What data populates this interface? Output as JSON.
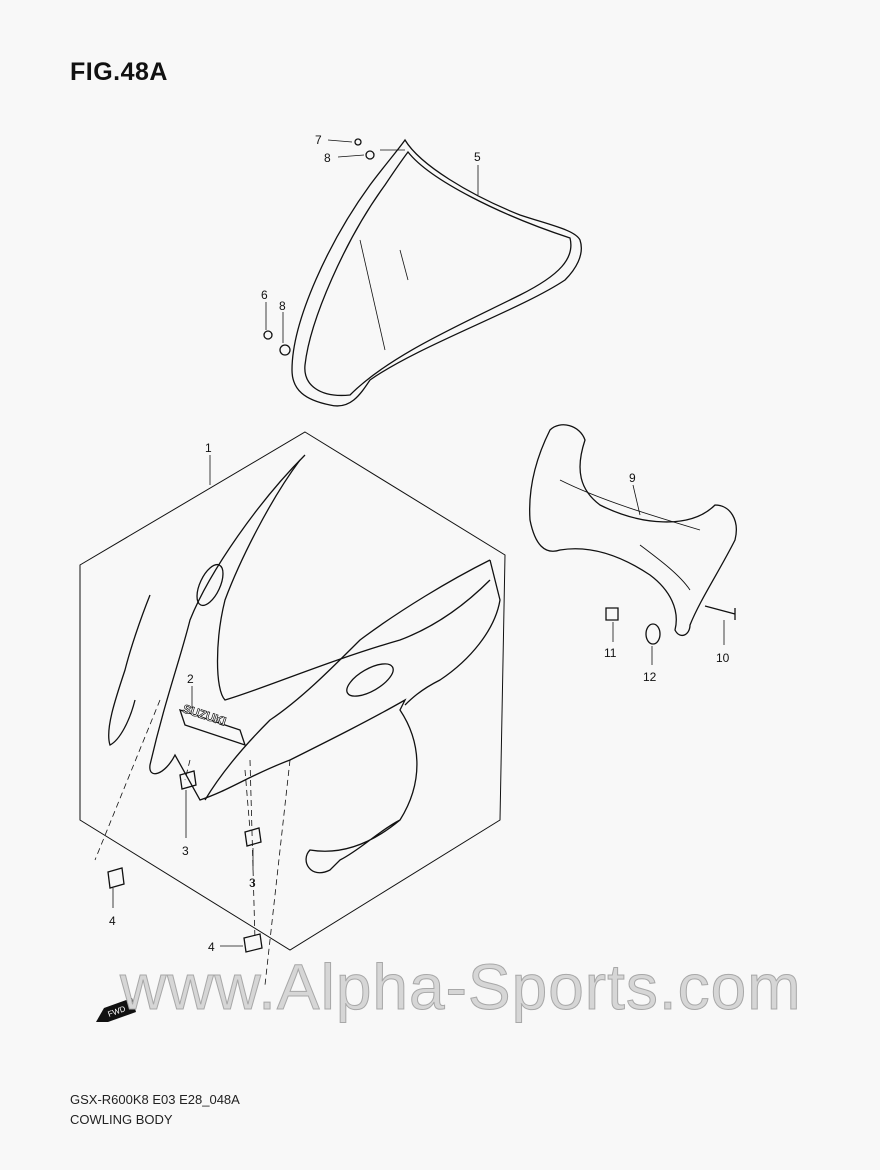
{
  "figure": {
    "title": "FIG.48A"
  },
  "callouts": [
    {
      "number": "1",
      "part": "cowling body"
    },
    {
      "number": "2",
      "part": "emblem"
    },
    {
      "number": "3",
      "part": "cushion"
    },
    {
      "number": "3",
      "part": "cushion"
    },
    {
      "number": "4",
      "part": "cushion"
    },
    {
      "number": "4",
      "part": "cushion"
    },
    {
      "number": "5",
      "part": "windscreen"
    },
    {
      "number": "6",
      "part": "screw"
    },
    {
      "number": "7",
      "part": "screw"
    },
    {
      "number": "8",
      "part": "nut"
    },
    {
      "number": "8",
      "part": "nut"
    },
    {
      "number": "9",
      "part": "brace"
    },
    {
      "number": "10",
      "part": "bolt"
    },
    {
      "number": "11",
      "part": "nut"
    },
    {
      "number": "12",
      "part": "cushion"
    }
  ],
  "emblem_text": "SUZUKI",
  "fwd_arrow": "FWD",
  "watermark": "www.Alpha-Sports.com",
  "footer": {
    "code": "GSX-R600K8 E03 E28_048A",
    "name": "COWLING BODY"
  }
}
